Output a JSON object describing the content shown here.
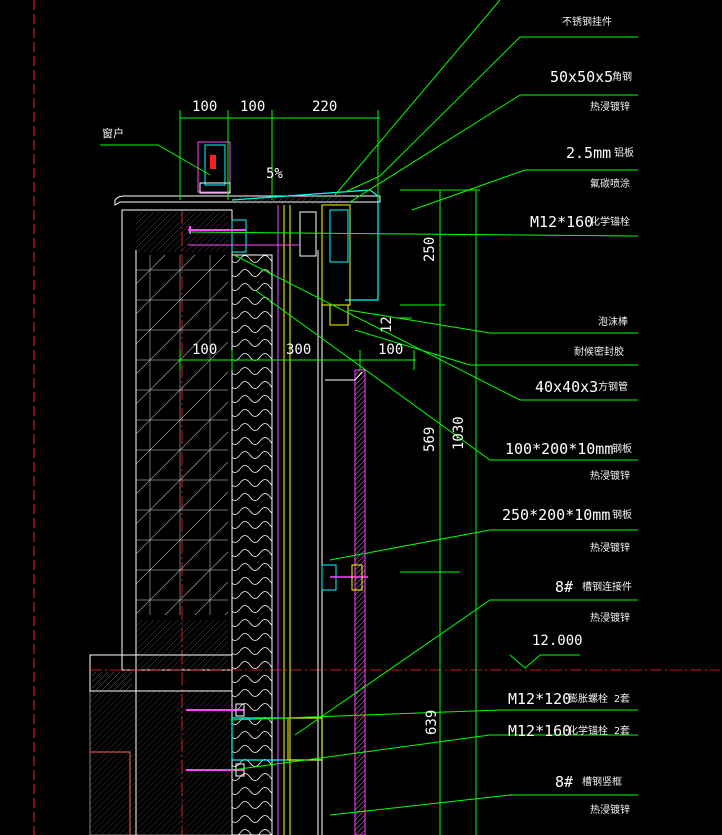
{
  "callouts": [
    {
      "id": "c1",
      "text": "不锈钢挂件"
    },
    {
      "id": "c2a",
      "text": "50x50x5"
    },
    {
      "id": "c2b",
      "text": "角钢"
    },
    {
      "id": "c3",
      "text": "热浸镀锌"
    },
    {
      "id": "c4a",
      "text": "2.5mm"
    },
    {
      "id": "c4b",
      "text": "铝板"
    },
    {
      "id": "c5",
      "text": "氟碳喷涂"
    },
    {
      "id": "c6a",
      "text": "M12*160"
    },
    {
      "id": "c6b",
      "text": "化学锚栓"
    },
    {
      "id": "c7",
      "text": "泡沫棒"
    },
    {
      "id": "c8",
      "text": "耐候密封胶"
    },
    {
      "id": "c9a",
      "text": "40x40x3"
    },
    {
      "id": "c9b",
      "text": "方钢管"
    },
    {
      "id": "c10a",
      "text": "100*200*10mm"
    },
    {
      "id": "c10b",
      "text": "钢板"
    },
    {
      "id": "c11",
      "text": "热浸镀锌"
    },
    {
      "id": "c12a",
      "text": "250*200*10mm"
    },
    {
      "id": "c12b",
      "text": "钢板"
    },
    {
      "id": "c13",
      "text": "热浸镀锌"
    },
    {
      "id": "c14a",
      "text": "8#"
    },
    {
      "id": "c14b",
      "text": "槽钢连接件"
    },
    {
      "id": "c15",
      "text": "热浸镀锌"
    },
    {
      "id": "c16a",
      "text": "M12*120"
    },
    {
      "id": "c16b",
      "text": "膨胀螺栓"
    },
    {
      "id": "c16c",
      "text": "2套"
    },
    {
      "id": "c17a",
      "text": "M12*160"
    },
    {
      "id": "c17b",
      "text": "化学锚栓"
    },
    {
      "id": "c17c",
      "text": "2套"
    },
    {
      "id": "c18a",
      "text": "8#"
    },
    {
      "id": "c18b",
      "text": "槽钢竖框"
    },
    {
      "id": "c19",
      "text": "热浸镀锌"
    }
  ],
  "window_label": "窗户",
  "elevation": "12.000",
  "slope": "5%",
  "dims": {
    "top_100a": "100",
    "top_100b": "100",
    "top_220": "220",
    "mid_100a": "100",
    "mid_300": "300",
    "mid_100b": "100",
    "v_250": "250",
    "v_12": "12",
    "v_569": "569",
    "v_1030": "1030",
    "v_639": "639"
  },
  "colors": {
    "background": "#000000",
    "leader": "#00ff00",
    "outline": "#ffffff",
    "panel": "#00ffff",
    "anchor": "#ff44ff",
    "axis": "#ff2020",
    "frame": "#ffff00",
    "dimension": "#ffffff"
  }
}
